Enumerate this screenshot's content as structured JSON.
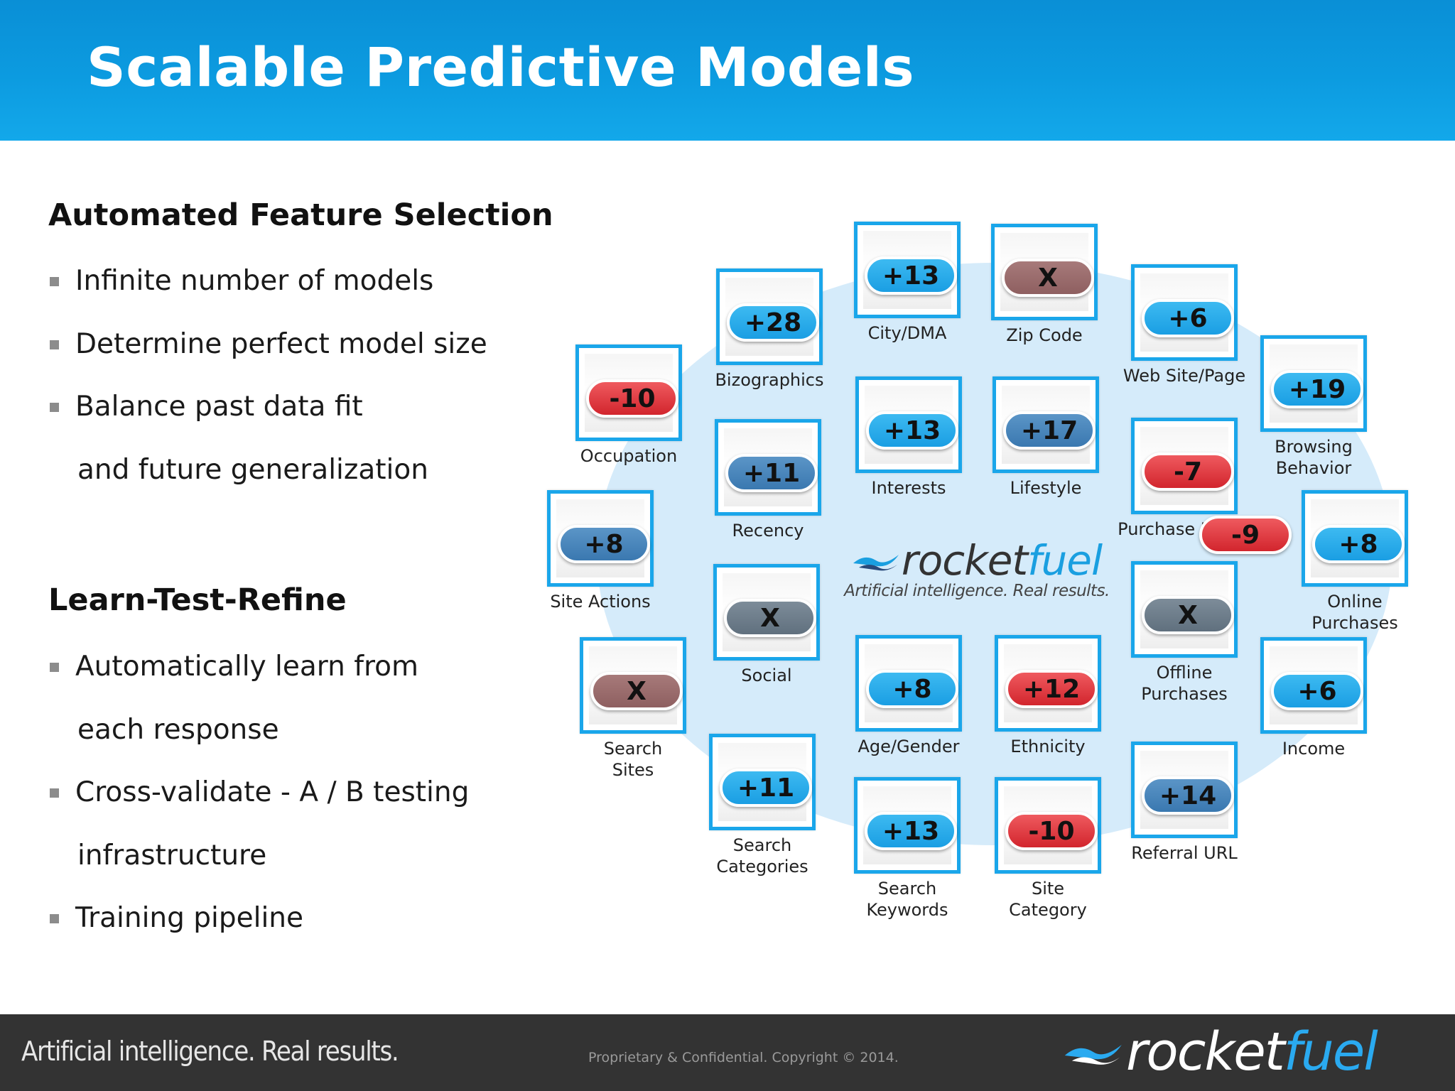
{
  "slide": {
    "title": "Scalable Predictive Models"
  },
  "left": {
    "section1": {
      "heading": "Automated Feature Selection",
      "bullets": [
        {
          "text": "Infinite number of models",
          "marked": true
        },
        {
          "text": "Determine perfect model size",
          "marked": true
        },
        {
          "text": "Balance past data fit",
          "marked": true
        },
        {
          "text": "and future generalization",
          "marked": false
        }
      ]
    },
    "section2": {
      "heading": "Learn-Test-Refine",
      "bullets": [
        {
          "text": "Automatically learn from",
          "marked": true
        },
        {
          "text": "each response",
          "marked": false
        },
        {
          "text": "Cross-validate -  A / B testing",
          "marked": true
        },
        {
          "text": "infrastructure",
          "marked": false
        },
        {
          "text": "Training pipeline",
          "marked": true
        }
      ]
    }
  },
  "diagram": {
    "center_logo": {
      "word_dark": "rocket",
      "word_blue": "fuel",
      "tagline": "Artificial intelligence. Real results."
    },
    "features": [
      {
        "label": "Occupation",
        "score": "-10",
        "kind": "neg"
      },
      {
        "label": "Bizographics",
        "score": "+28",
        "kind": "pos"
      },
      {
        "label": "City/DMA",
        "score": "+13",
        "kind": "pos"
      },
      {
        "label": "Zip Code",
        "score": "X",
        "kind": "x"
      },
      {
        "label": "Web Site/Page",
        "score": "+6",
        "kind": "pos"
      },
      {
        "label": "Browsing\nBehavior",
        "score": "+19",
        "kind": "pos"
      },
      {
        "label": "Site Actions",
        "score": "+8",
        "kind": "posdark"
      },
      {
        "label": "Recency",
        "score": "+11",
        "kind": "posdark"
      },
      {
        "label": "Interests",
        "score": "+13",
        "kind": "pos"
      },
      {
        "label": "Lifestyle",
        "score": "+17",
        "kind": "posdark"
      },
      {
        "label": "Purchase Intent",
        "score": "-7",
        "kind": "neg"
      },
      {
        "label": "Online\nPurchases",
        "score": "+8",
        "kind": "pos"
      },
      {
        "label": "Social",
        "score": "X",
        "kind": "xgray"
      },
      {
        "label": "Offline\nPurchases",
        "score": "X",
        "kind": "xgray"
      },
      {
        "label": "Search\nSites",
        "score": "X",
        "kind": "x"
      },
      {
        "label": "Age/Gender",
        "score": "+8",
        "kind": "pos"
      },
      {
        "label": "Ethnicity",
        "score": "+12",
        "kind": "neg"
      },
      {
        "label": "Income",
        "score": "+6",
        "kind": "pos"
      },
      {
        "label": "Search\nCategories",
        "score": "+11",
        "kind": "pos"
      },
      {
        "label": "Search\nKeywords",
        "score": "+13",
        "kind": "pos"
      },
      {
        "label": "Site\nCategory",
        "score": "-10",
        "kind": "neg"
      },
      {
        "label": "Referral URL",
        "score": "+14",
        "kind": "posdark"
      }
    ],
    "floating_score": "-9"
  },
  "footer": {
    "tagline": "Artificial intelligence. Real results.",
    "copyright": "Proprietary & Confidential. Copyright © 2014.",
    "logo_dark": "rocket",
    "logo_blue": "fuel"
  },
  "colors": {
    "header_blue": "#0c9be0",
    "tile_border": "#1aa6ea",
    "positive_pill": "#1a9ee3",
    "negative_pill": "#d2252d",
    "excluded_pill": "#8e5f60",
    "footer_bg": "#333333"
  },
  "icons": [
    "rocketfuel-swoosh-icon"
  ]
}
